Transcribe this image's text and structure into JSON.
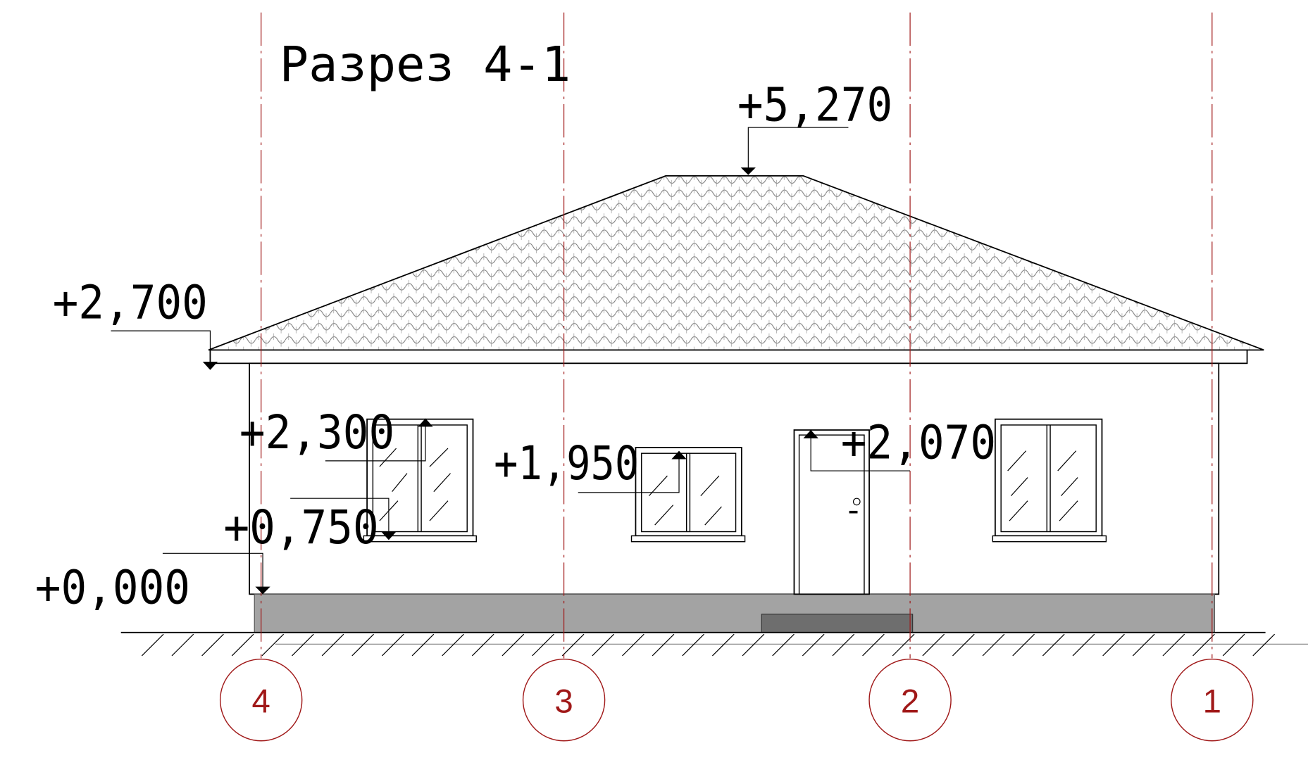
{
  "title": "Разрез 4-1",
  "levels": {
    "ridge": "+5,270",
    "eave": "+2,700",
    "window_top_left": "+2,300",
    "window_top_middle": "+1,950",
    "door_top": "+2,070",
    "window_sill": "+0,750",
    "ground_floor": "+0,000"
  },
  "axes": [
    "4",
    "3",
    "2",
    "1"
  ],
  "colors": {
    "axis": "#a01818",
    "plinth": "#a3a3a3",
    "step": "#6e6e6e",
    "line": "#000000"
  }
}
